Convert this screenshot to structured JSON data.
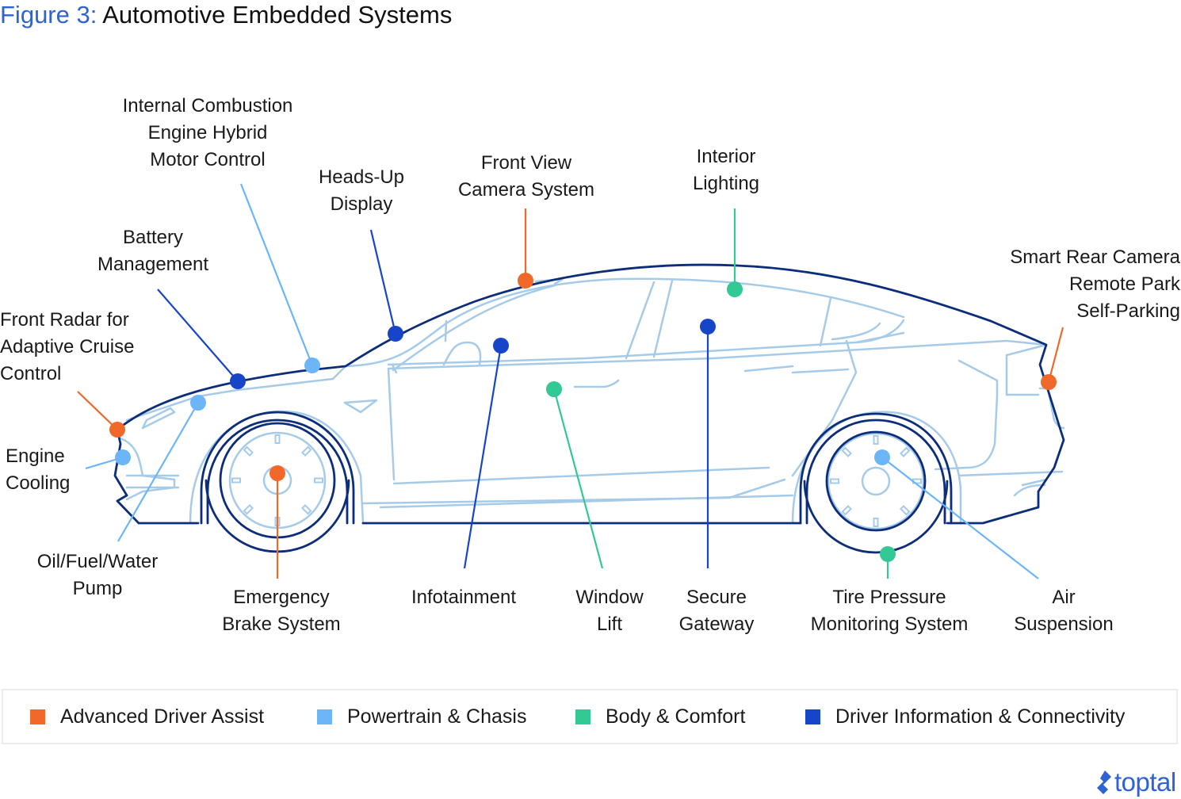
{
  "title": {
    "prefix": "Figure 3:",
    "text": "Automotive Embedded Systems"
  },
  "colors": {
    "advanced_driver_assist": "#f0682a",
    "powertrain_chasis": "#6cb6f8",
    "body_comfort": "#33c995",
    "driver_info_connectivity": "#1645c9",
    "car_outline": "#0c2d7a",
    "car_detail": "#a6cbe8"
  },
  "labels": {
    "internal_combustion": "Internal Combustion\nEngine Hybrid\nMotor Control",
    "heads_up": "Heads-Up\nDisplay",
    "front_view_camera": "Front View\nCamera System",
    "interior_lighting": "Interior\nLighting",
    "battery": "Battery\nManagement",
    "front_radar": "Front Radar for\nAdaptive Cruise\nControl",
    "smart_rear_camera": "Smart Rear Camera\nRemote Park\nSelf-Parking",
    "engine_cooling": "Engine\nCooling",
    "oil_pump": "Oil/Fuel/Water\nPump",
    "emergency_brake": "Emergency\nBrake System",
    "infotainment": "Infotainment",
    "window_lift": "Window\nLift",
    "secure_gateway": "Secure\nGateway",
    "tire_pressure": "Tire Pressure\nMonitoring System",
    "air_suspension": "Air\nSuspension"
  },
  "legend": [
    {
      "label": "Advanced Driver Assist",
      "color": "#f0682a"
    },
    {
      "label": "Powertrain & Chasis",
      "color": "#6cb6f8"
    },
    {
      "label": "Body & Comfort",
      "color": "#33c995"
    },
    {
      "label": "Driver Information & Connectivity",
      "color": "#1645c9"
    }
  ],
  "logo": {
    "text": "toptal"
  }
}
